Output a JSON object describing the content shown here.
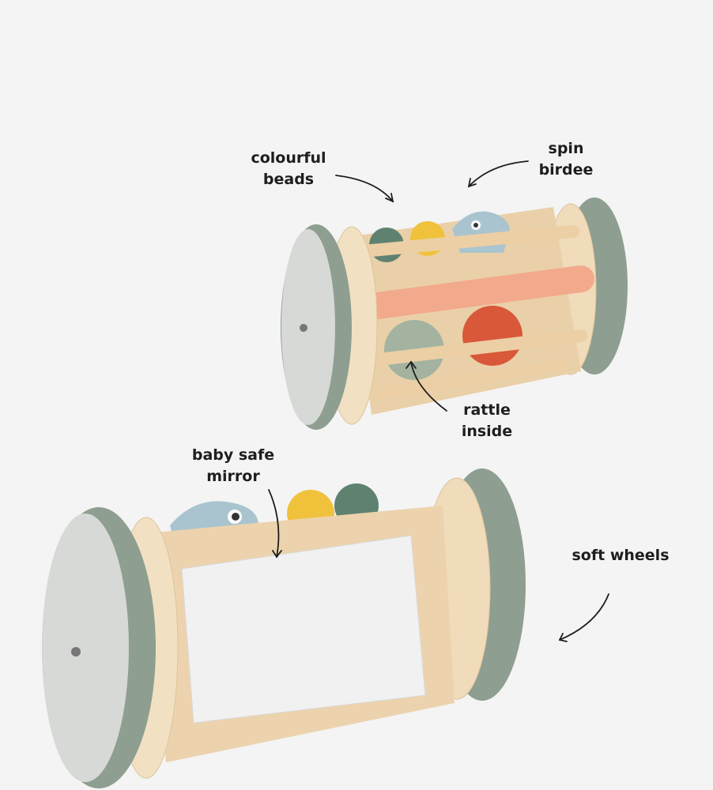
{
  "callouts": {
    "beads": {
      "line1": "colourful",
      "line2": "beads"
    },
    "birdee": {
      "line1": "spin",
      "line2": "birdee"
    },
    "rattle": {
      "line1": "rattle",
      "line2": "inside"
    },
    "mirror": {
      "line1": "baby safe",
      "line2": "mirror"
    },
    "wheels": {
      "line1": "soft wheels"
    }
  },
  "colors": {
    "background": "#f4f4f4",
    "wheel": "#8e9e90",
    "wood": "#ecd3ad",
    "rod_pink": "#f2a98c",
    "bead_green": "#5f8270",
    "bead_yellow": "#f0c23c",
    "ball_red": "#d9583a",
    "bird": "#a9c4cf"
  }
}
